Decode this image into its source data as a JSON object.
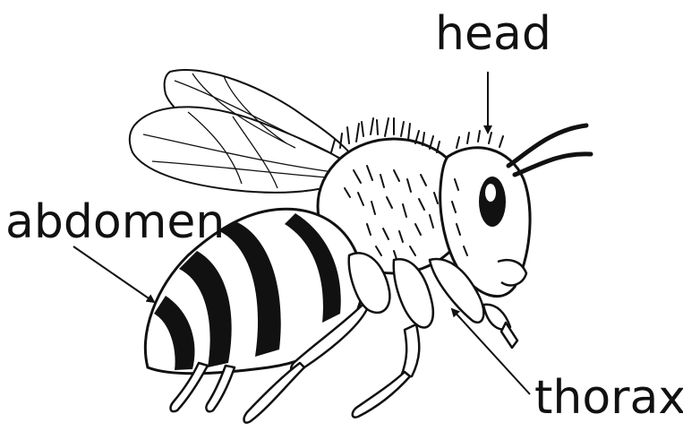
{
  "diagram": {
    "labels": {
      "head": "head",
      "abdomen": "abdomen",
      "thorax": "thorax"
    },
    "colors": {
      "stroke": "#111111",
      "fill": "#ffffff",
      "stripe": "#111111"
    }
  }
}
